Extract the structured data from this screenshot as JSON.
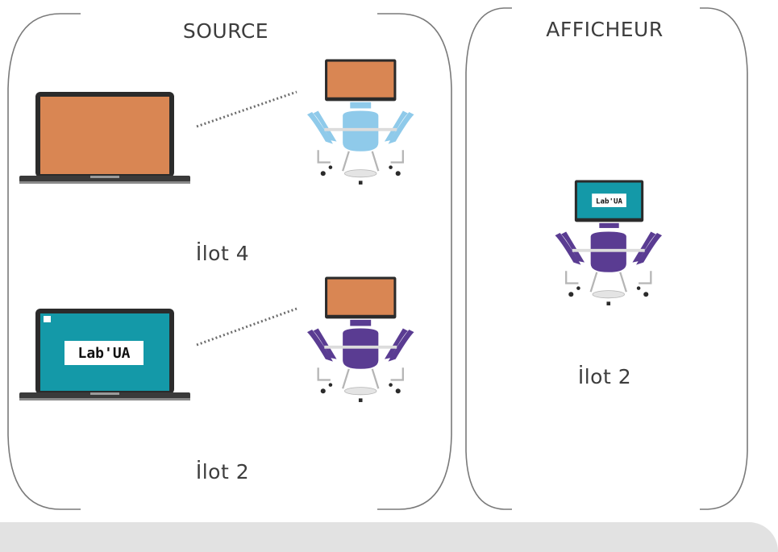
{
  "panels": {
    "source": {
      "title": "SOURCE"
    },
    "display": {
      "title": "AFFICHEUR"
    }
  },
  "sources": [
    {
      "island_label": "İlot 4",
      "laptop_screen": "blank",
      "island_screen": "blank",
      "chair_color": "light-blue"
    },
    {
      "island_label": "İlot 2",
      "laptop_screen": "Lab'UA",
      "island_screen": "blank",
      "chair_color": "purple"
    }
  ],
  "display": {
    "island_label": "İlot 2",
    "screen": "Lab'UA",
    "chair_color": "purple"
  },
  "colors": {
    "frame": "#7a7a7a",
    "screen_orange": "#d98653",
    "screen_teal": "#1499a8",
    "chair_blue": "#8fcaea",
    "chair_purple": "#5a3c92",
    "device_dark": "#2b2b2b",
    "bottom_band": "#e2e2e2"
  },
  "icons": {
    "laptop": "laptop-icon",
    "table_island": "conference-table-icon"
  }
}
